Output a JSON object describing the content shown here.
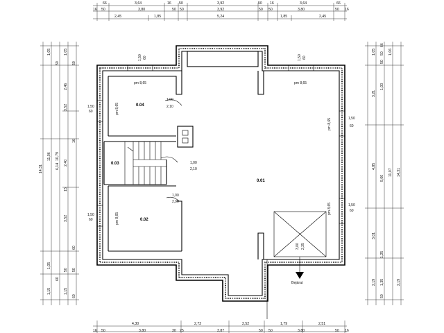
{
  "top_dims": {
    "row1": [
      "66",
      "3,64",
      "16",
      "50",
      "3,92",
      "50",
      "16",
      "3,64",
      "66"
    ],
    "row2": [
      "16",
      "50",
      "3,80",
      "50",
      "50",
      "3,92",
      "50",
      "50",
      "3,80",
      "50",
      "16"
    ],
    "row3": [
      "2,45",
      "1,85",
      "5,24",
      "1,85",
      "2,45"
    ]
  },
  "bottom_dims": {
    "row1": [
      "4,30",
      "2,72",
      "2,52",
      "1,79",
      "2,51"
    ],
    "row2": [
      "16",
      "50",
      "3,80",
      "30",
      "25",
      "3,87",
      "50",
      "50",
      "3,80",
      "50",
      "16"
    ]
  },
  "left_dims": {
    "outer": "14,31",
    "mid1": "11,06",
    "mid2": "10,79",
    "segs": [
      "1,05",
      "1,05",
      "2,46",
      "3,52",
      "2,40",
      "6,14",
      "3,52",
      "1,05",
      "1,15",
      "1,15"
    ],
    "small": [
      "50",
      "50",
      "16",
      "15",
      "60",
      "50",
      "50",
      "60",
      "60"
    ]
  },
  "right_dims": {
    "outer": "14,31",
    "mid1": "11,07",
    "mid2": "9,00",
    "segs": [
      "1,05",
      "1,06",
      "3,21",
      "4,85",
      "3,01",
      "2,19",
      "2,19"
    ],
    "small": [
      "66",
      "50",
      "50",
      "1,00",
      "1,25",
      "1,35",
      "50"
    ]
  },
  "rooms": [
    {
      "id": "0.04",
      "label": "0.04"
    },
    {
      "id": "0.03",
      "label": "0.03"
    },
    {
      "id": "0.02",
      "label": "0.02"
    },
    {
      "id": "0.01",
      "label": "0.01"
    }
  ],
  "openings": {
    "pm": "pm 8,65",
    "w1_top": "1,50",
    "w1_bot": "60",
    "door_top": "1,00",
    "door_bot": "2,10",
    "stair_h1": "3,00",
    "stair_h2": "2,35"
  },
  "entrance": "Bejárat"
}
